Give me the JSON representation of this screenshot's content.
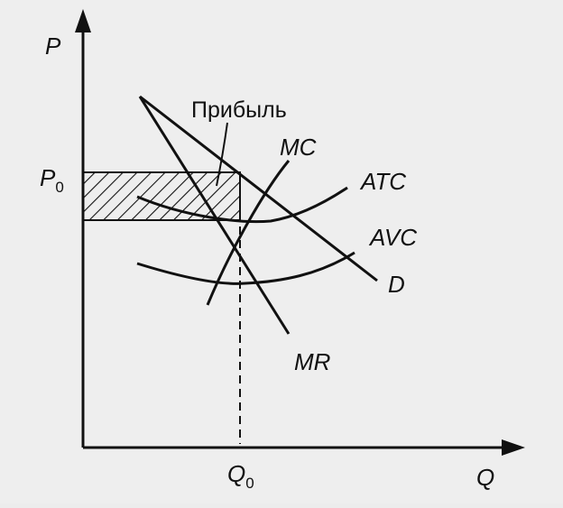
{
  "diagram": {
    "labels": {
      "y_axis": "P",
      "x_axis": "Q",
      "price": {
        "base": "P",
        "sub": "0"
      },
      "quantity": {
        "base": "Q",
        "sub": "0"
      },
      "profit": "Прибыль",
      "mc": "MC",
      "atc": "ATC",
      "avc": "AVC",
      "mr": "MR",
      "demand": "D"
    },
    "colors": {
      "ink": "#111111",
      "background": "#eeeeee"
    }
  }
}
